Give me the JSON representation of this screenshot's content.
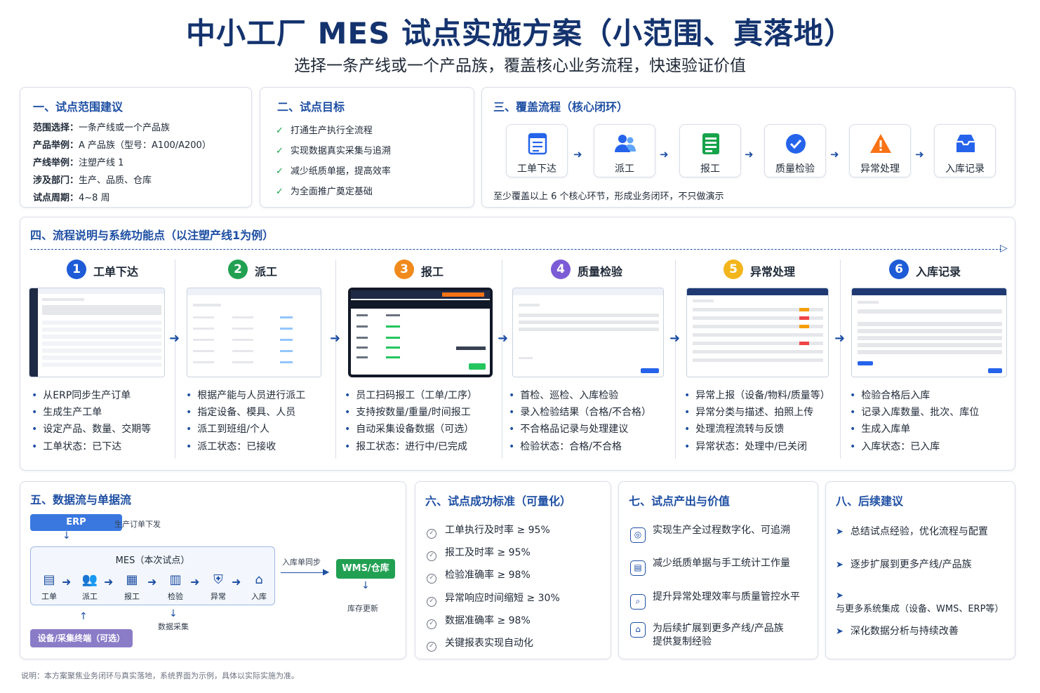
{
  "header": {
    "title": "中小工厂 MES 试点实施方案（小范围、真落地）",
    "subtitle": "选择一条产线或一个产品族，覆盖核心业务流程，快速验证价值"
  },
  "scope": {
    "title": "一、试点范围建议",
    "items": [
      {
        "k": "范围选择：",
        "v": "一条产线或一个产品族"
      },
      {
        "k": "产品举例：",
        "v": "A 产品族（型号：A100/A200）"
      },
      {
        "k": "产线举例：",
        "v": "注塑产线 1"
      },
      {
        "k": "涉及部门：",
        "v": "生产、品质、仓库"
      },
      {
        "k": "试点周期：",
        "v": "4~8 周"
      }
    ]
  },
  "goals": {
    "title": "二、试点目标",
    "items": [
      "打通生产执行全流程",
      "实现数据真实采集与追溯",
      "减少纸质单据，提高效率",
      "为全面推广奠定基础"
    ]
  },
  "flow": {
    "title": "三、覆盖流程（核心闭环）",
    "nodes": [
      {
        "label": "工单下达",
        "icon": "document-icon",
        "color": "#2563eb"
      },
      {
        "label": "派工",
        "icon": "users-icon",
        "color": "#2563eb"
      },
      {
        "label": "报工",
        "icon": "form-icon",
        "color": "#16a34a"
      },
      {
        "label": "质量检验",
        "icon": "check-badge-icon",
        "color": "#2563eb"
      },
      {
        "label": "异常处理",
        "icon": "warning-icon",
        "color": "#f97316"
      },
      {
        "label": "入库记录",
        "icon": "inbox-icon",
        "color": "#2563eb"
      }
    ],
    "note": "至少覆盖以上 6 个核心环节，形成业务闭环，不只做演示"
  },
  "process": {
    "title": "四、流程说明与系统功能点（以注塑产线1为例）",
    "steps": [
      {
        "num": "1",
        "label": "工单下达",
        "color": "#1e5bd6",
        "bullets": [
          "从ERP同步生产订单",
          "生成生产工单",
          "设定产品、数量、交期等",
          "工单状态：已下达"
        ]
      },
      {
        "num": "2",
        "label": "派工",
        "color": "#22a052",
        "bullets": [
          "根据产能与人员进行派工",
          "指定设备、模具、人员",
          "派工到班组/个人",
          "派工状态：已接收"
        ]
      },
      {
        "num": "3",
        "label": "报工",
        "color": "#f08a1c",
        "bullets": [
          "员工扫码报工（工单/工序）",
          "支持按数量/重量/时间报工",
          "自动采集设备数据（可选）",
          "报工状态：进行中/已完成"
        ]
      },
      {
        "num": "4",
        "label": "质量检验",
        "color": "#7c5cd6",
        "bullets": [
          "首检、巡检、入库检验",
          "录入检验结果（合格/不合格）",
          "不合格品记录与处理建议",
          "检验状态：合格/不合格"
        ]
      },
      {
        "num": "5",
        "label": "异常处理",
        "color": "#f2b51c",
        "bullets": [
          "异常上报（设备/物料/质量等）",
          "异常分类与描述、拍照上传",
          "处理流程流转与反馈",
          "异常状态：处理中/已关闭"
        ]
      },
      {
        "num": "6",
        "label": "入库记录",
        "color": "#1e5bd6",
        "bullets": [
          "检验合格后入库",
          "记录入库数量、批次、库位",
          "生成入库单",
          "入库状态：已入库"
        ]
      }
    ]
  },
  "dataflow": {
    "title": "五、数据流与单据流",
    "erp": "ERP",
    "erp_note": "生产订单下发",
    "mes_title": "MES（本次试点）",
    "mes_items": [
      {
        "label": "工单",
        "icon": "document-icon"
      },
      {
        "label": "派工",
        "icon": "users-icon"
      },
      {
        "label": "报工",
        "icon": "form-icon"
      },
      {
        "label": "检验",
        "icon": "chart-icon"
      },
      {
        "label": "异常",
        "icon": "shield-icon"
      },
      {
        "label": "入库",
        "icon": "warehouse-icon"
      }
    ],
    "sync_label": "入库单同步",
    "wms": "WMS/仓库",
    "stock_update": "库存更新",
    "collect_label": "数据采集",
    "device": "设备/采集终端（可选）"
  },
  "criteria": {
    "title": "六、试点成功标准（可量化）",
    "items": [
      "工单执行及时率 ≥ 95%",
      "报工及时率 ≥ 95%",
      "检验准确率 ≥ 98%",
      "异常响应时间缩短 ≥ 30%",
      "数据准确率 ≥ 98%",
      "关键报表实现自动化"
    ]
  },
  "value": {
    "title": "七、试点产出与价值",
    "items": [
      "实现生产全过程数字化、可追溯",
      "减少纸质单据与手工统计工作量",
      "提升异常处理效率与质量管控水平",
      "为后续扩展到更多产线/产品族\n提供复制经验"
    ]
  },
  "followup": {
    "title": "八、后续建议",
    "items": [
      "总结试点经验，优化流程与配置",
      "逐步扩展到更多产线/产品族",
      "与更多系统集成（设备、WMS、ERP等）",
      "深化数据分析与持续改善"
    ]
  },
  "footnote": "说明：本方案聚焦业务闭环与真实落地，系统界面为示例，具体以实际实施为准。",
  "colors": {
    "primary": "#1e4fa3",
    "title": "#14336e",
    "accent_green": "#16a34a",
    "device_purple": "#8b7cc8",
    "wms_green": "#22a052"
  }
}
